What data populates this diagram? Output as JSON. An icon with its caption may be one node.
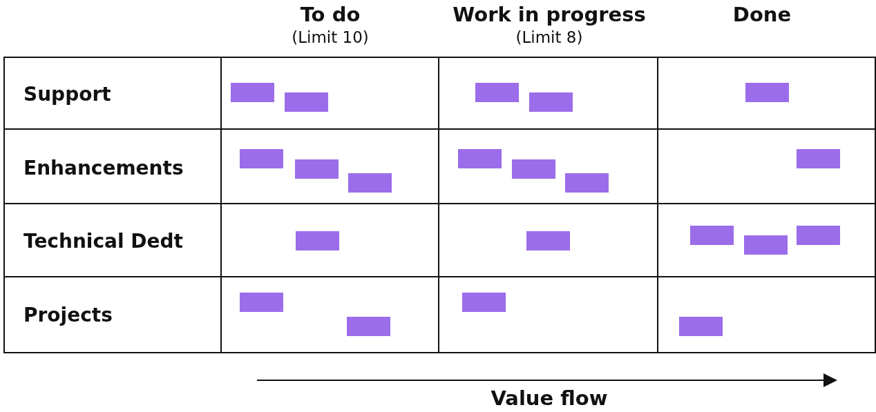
{
  "diagram": {
    "nodes": [
      {
        "text": [
          "Support"
        ]
      },
      {
        "text": [
          "Enhancements"
        ]
      },
      {
        "text": [
          "Technical Dedt"
        ]
      },
      {
        "text": [
          "Projects"
        ]
      },
      {
        "text": [],
        "shape": "box"
      },
      {
        "text": [],
        "shape": "box"
      },
      {
        "text": [],
        "shape": "box"
      },
      {
        "text": [],
        "shape": "box"
      },
      {
        "text": [],
        "shape": "box"
      },
      {
        "text": [],
        "shape": "box"
      },
      {
        "text": [],
        "shape": "box"
      },
      {
        "text": [],
        "shape": "box"
      },
      {
        "text": [],
        "shape": "box"
      },
      {
        "text": [],
        "shape": "box"
      },
      {
        "text": [],
        "shape": "box"
      },
      {
        "text": [],
        "shape": "box"
      },
      {
        "text": [],
        "shape": "box"
      },
      {
        "text": [],
        "shape": "box"
      },
      {
        "text": [],
        "shape": "box"
      },
      {
        "text": [],
        "shape": "box"
      },
      {
        "text": [],
        "shape": "box"
      },
      {
        "text": [],
        "shape": "box"
      },
      {
        "text": [],
        "shape": "box"
      },
      {
        "text": [],
        "shape": "box"
      },
      {
        "text": [],
        "shape": "box"
      }
    ],
    "labels": [
      "To do",
      "(Limit 10)",
      "Work in progress",
      "(Limit 8)",
      "Done",
      "Value flow"
    ]
  }
}
